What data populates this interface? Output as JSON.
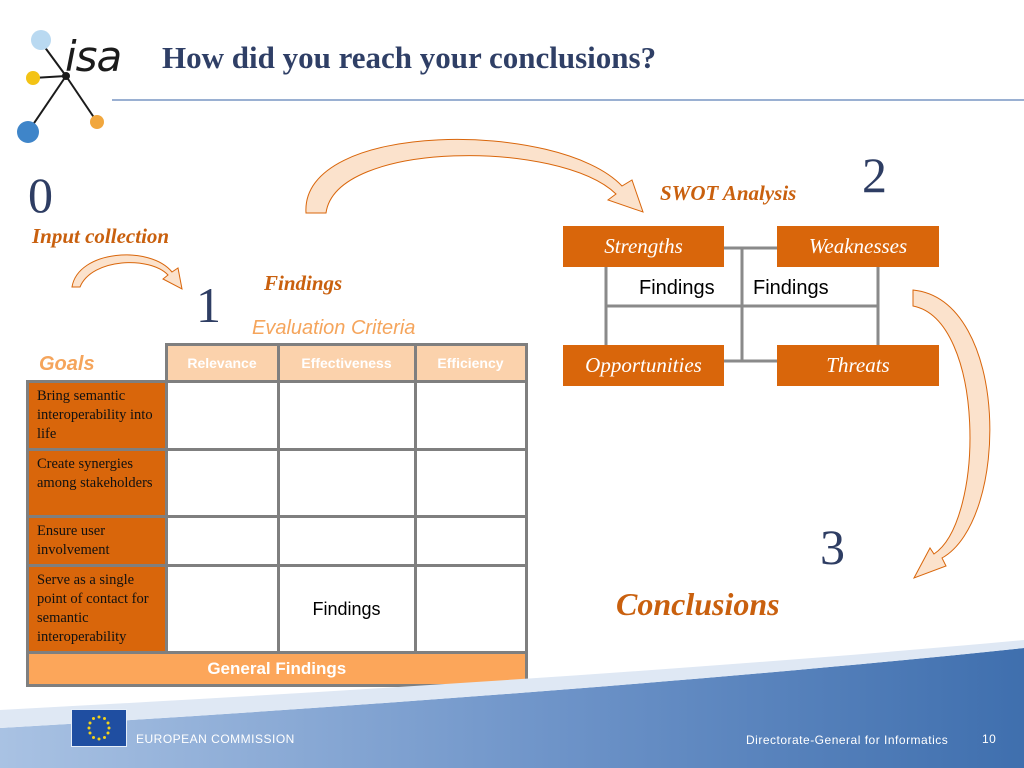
{
  "header": {
    "logo_text": "isa",
    "title": "How did you reach your conclusions?"
  },
  "stage0": {
    "number": "0",
    "label": "Input collection"
  },
  "stage1": {
    "number": "1",
    "label": "Findings",
    "criteria_label": "Evaluation Criteria"
  },
  "stage2": {
    "number": "2",
    "label": "SWOT Analysis"
  },
  "stage3": {
    "number": "3",
    "label": "Conclusions"
  },
  "matrix": {
    "goals_label": "Goals",
    "columns": [
      "Relevance",
      "Effectiveness",
      "Efficiency"
    ],
    "rows": [
      "Bring semantic interoperability into life",
      "Create synergies among stakeholders",
      "Ensure user involvement",
      "Serve as a single point of contact for semantic interoperability"
    ],
    "cell_text": "Findings",
    "general_findings": "General Findings"
  },
  "swot": {
    "strengths": "Strengths",
    "weaknesses": "Weaknesses",
    "opportunities": "Opportunities",
    "threats": "Threats",
    "findings_left": "Findings",
    "findings_right": "Findings"
  },
  "footer": {
    "org": "EUROPEAN COMMISSION",
    "dg": "Directorate-General for Informatics",
    "page_number": "10"
  },
  "colors": {
    "accent_orange": "#d9660b",
    "title_navy": "#2f3f66",
    "footer_blue": "#3f6fae"
  }
}
